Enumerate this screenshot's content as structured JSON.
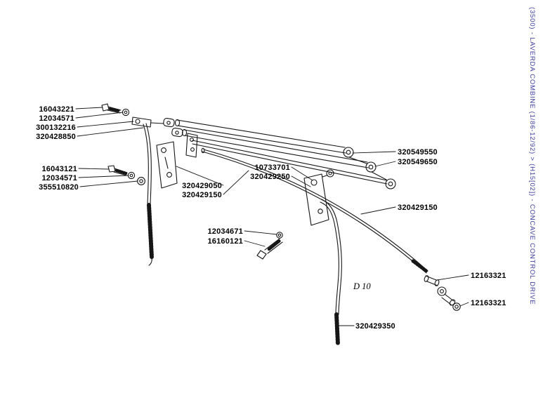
{
  "sidebar_title": "(3500) - LAVERDA COMBINE (1/86-12/92) > (H15[02]) - CONCAVE CONTROL DRIVE",
  "annotation": "D 10",
  "colors": {
    "line": "#161616",
    "label_text": "#000000",
    "sidebar_text": "#3b3b9d",
    "background": "#ffffff"
  },
  "labels": [
    {
      "text": "16043221"
    },
    {
      "text": "12034571"
    },
    {
      "text": "300132216"
    },
    {
      "text": "320428850"
    },
    {
      "text": "16043121"
    },
    {
      "text": "12034571"
    },
    {
      "text": "355510820"
    },
    {
      "text": "320429050"
    },
    {
      "text": "320429150"
    },
    {
      "text": "10733701"
    },
    {
      "text": "320429250"
    },
    {
      "text": "12034671"
    },
    {
      "text": "16160121"
    },
    {
      "text": "320549550"
    },
    {
      "text": "320549650"
    },
    {
      "text": "320429150"
    },
    {
      "text": "12163321"
    },
    {
      "text": "12163321"
    },
    {
      "text": "320429350"
    }
  ]
}
